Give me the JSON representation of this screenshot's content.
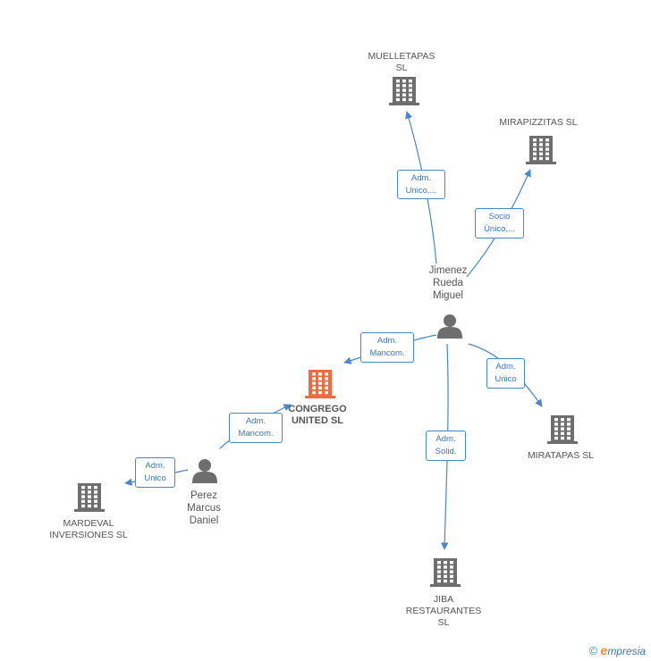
{
  "colors": {
    "edge": "#4a86c8",
    "node": "#6e6e6e",
    "focus": "#f26a3d"
  },
  "nodes": [
    {
      "id": "muelletapas",
      "type": "company",
      "lines": [
        "MUELLETAPAS",
        "SL"
      ]
    },
    {
      "id": "mirapizzitas",
      "type": "company",
      "lines": [
        "MIRAPIZZITAS SL"
      ]
    },
    {
      "id": "jimenez",
      "type": "person",
      "lines": [
        "Jimenez",
        "Rueda",
        "Miguel"
      ]
    },
    {
      "id": "congrego",
      "type": "company",
      "focus": true,
      "lines": [
        "CONGREGO",
        "UNITED SL"
      ]
    },
    {
      "id": "miratapas",
      "type": "company",
      "lines": [
        "MIRATAPAS SL"
      ]
    },
    {
      "id": "perez",
      "type": "person",
      "lines": [
        "Perez",
        "Marcus",
        "Daniel"
      ]
    },
    {
      "id": "mardeval",
      "type": "company",
      "lines": [
        "MARDEVAL",
        "INVERSIONES SL"
      ]
    },
    {
      "id": "jiba",
      "type": "company",
      "lines": [
        "JIBA",
        "RESTAURANTES",
        "SL"
      ]
    }
  ],
  "edges": [
    {
      "id": "e1",
      "from": "jimenez",
      "to": "muelletapas",
      "lines": [
        "Adm.",
        "Unico,..."
      ]
    },
    {
      "id": "e2",
      "from": "jimenez",
      "to": "mirapizzitas",
      "lines": [
        "Socio",
        "Único,..."
      ]
    },
    {
      "id": "e3",
      "from": "jimenez",
      "to": "congrego",
      "lines": [
        "Adm.",
        "Mancom."
      ]
    },
    {
      "id": "e4",
      "from": "jimenez",
      "to": "miratapas",
      "lines": [
        "Adm.",
        "Unico"
      ]
    },
    {
      "id": "e5",
      "from": "jimenez",
      "to": "jiba",
      "lines": [
        "Adm.",
        "Solid."
      ]
    },
    {
      "id": "e6",
      "from": "perez",
      "to": "congrego",
      "lines": [
        "Adm.",
        "Mancom."
      ]
    },
    {
      "id": "e7",
      "from": "perez",
      "to": "mardeval",
      "lines": [
        "Adm.",
        "Unico"
      ]
    }
  ],
  "watermark": {
    "symbol": "©",
    "brand_initial": "e",
    "brand_rest": "mpresia"
  }
}
